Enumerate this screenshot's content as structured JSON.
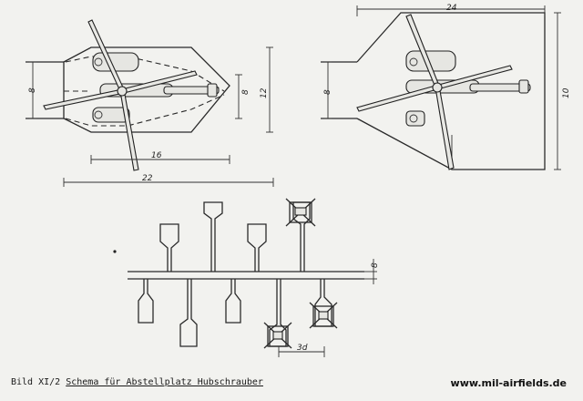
{
  "dimensions": {
    "left_width": "8",
    "left_inner_height": "8",
    "left_outer_height": "12",
    "left_inner_length": "16",
    "left_outer_length": "22",
    "right_total_length": "24",
    "right_inlet_width": "8",
    "right_height": "10",
    "pad_spacing": "8",
    "pad_offset": "3d"
  },
  "caption": {
    "label": "Bild XI/2",
    "title": "Schema für Abstellplatz Hubschrauber"
  },
  "watermark": "www.mil-airfields.de"
}
